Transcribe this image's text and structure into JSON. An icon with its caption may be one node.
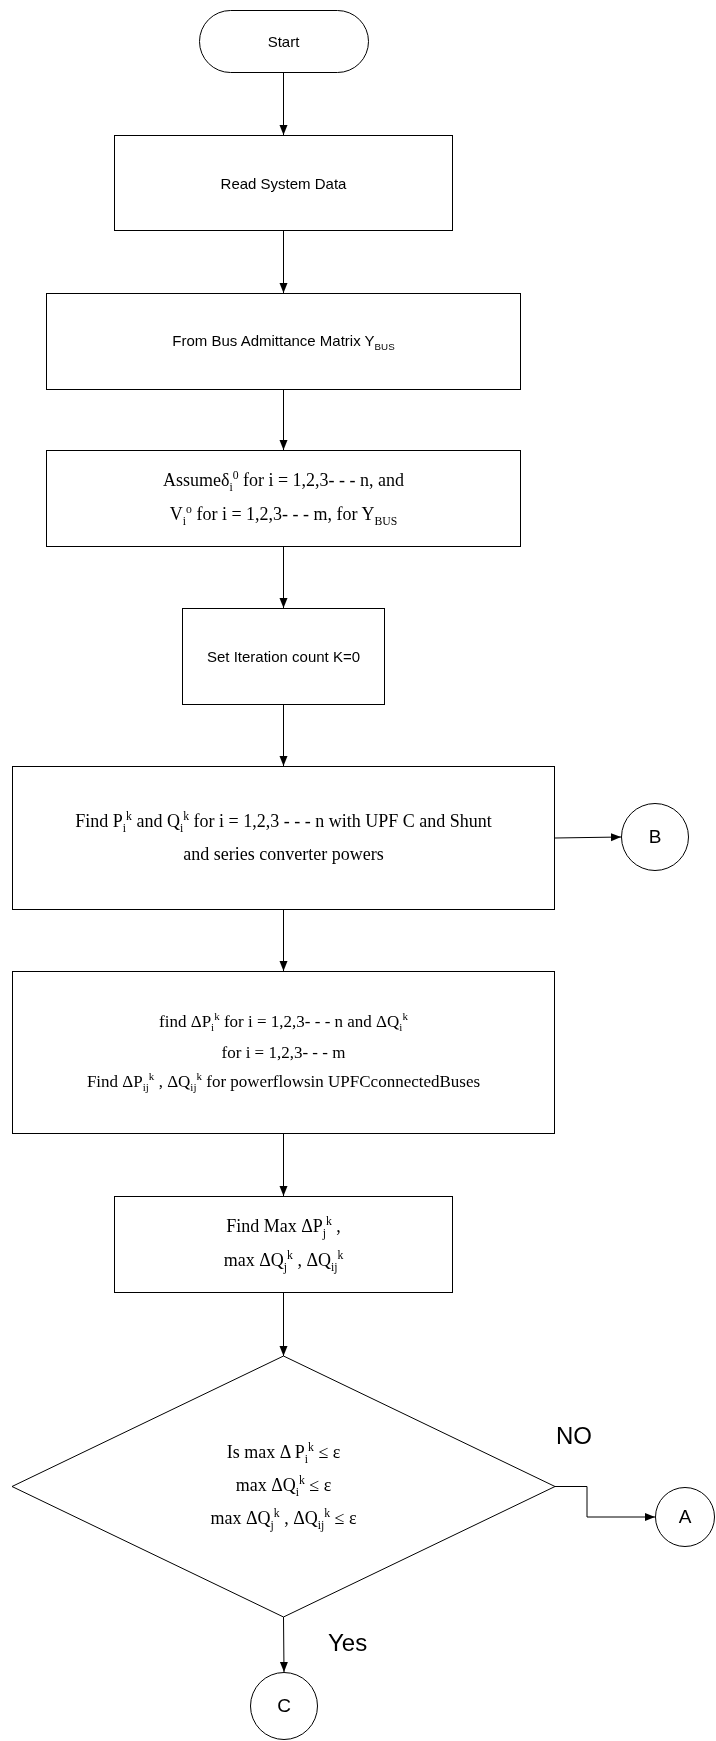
{
  "diagram": {
    "nodes": [
      {
        "text": [
          "Start"
        ]
      },
      {
        "text": [
          "Read System Data"
        ]
      },
      {
        "text": [
          "From Bus Admittance Matrix Y$_{BUS}$"
        ]
      },
      {
        "text": [
          "Assumeδ$_{i}$$^{0}$ for i = 1,2,3- - - n, and",
          "V$_{i}$$^{o}$ for i = 1,2,3- - - m, for Y$_{BUS}$"
        ]
      },
      {
        "text": [
          "Set Iteration count K=0"
        ]
      },
      {
        "text": [
          "Find P$_{i}$$^{k}$ and Q$_{i}$$^{k}$ for i = 1,2,3 - - - n with UPF C and Shunt and series converter powers"
        ]
      },
      {
        "text": [
          "B"
        ]
      },
      {
        "text": [
          "find ΔP$_{i}$$^{k}$ for i = 1,2,3- - - n and ΔQ$_{i}$$^{k}$",
          "for i = 1,2,3- - - m",
          "Find ΔP$_{ij}$$^{k}$ , ΔQ$_{ij}$$^{k}$ for powerflowsin UPFCconnectedBuses"
        ]
      },
      {
        "text": [
          "Find Max ΔP$_{j}$$^{k}$ ,",
          "max ΔQ$_{j}$$^{k}$ , ΔQ$_{ij}$$^{k}$"
        ]
      },
      {
        "text": [
          "Is max Δ P$_{i}$$^{k}$ ≤ ε",
          "max ΔQ$_{i}$$^{k}$ ≤ ε",
          "max ΔQ$_{j}$$^{k}$ , ΔQ$_{ij}$$^{k}$ ≤ ε"
        ]
      },
      {
        "text": [
          "A"
        ]
      },
      {
        "text": [
          "C"
        ]
      }
    ],
    "edges": [
      {
        "from": 0,
        "to": 1,
        "arrow": "to"
      },
      {
        "from": 1,
        "to": 2,
        "arrow": "to"
      },
      {
        "from": 2,
        "to": 3,
        "arrow": "to"
      },
      {
        "from": 3,
        "to": 4,
        "arrow": "to"
      },
      {
        "from": 4,
        "to": 5,
        "arrow": "to"
      },
      {
        "from": 5,
        "to": 6,
        "arrow": "to"
      },
      {
        "from": 5,
        "to": 7,
        "arrow": "to"
      },
      {
        "from": 7,
        "to": 8,
        "arrow": "to"
      },
      {
        "from": 8,
        "to": 9,
        "arrow": "to"
      },
      {
        "from": 9,
        "to": 10,
        "arrow": "to",
        "label": "NO"
      },
      {
        "from": 9,
        "to": 11,
        "arrow": "to",
        "label": "Yes"
      }
    ]
  }
}
